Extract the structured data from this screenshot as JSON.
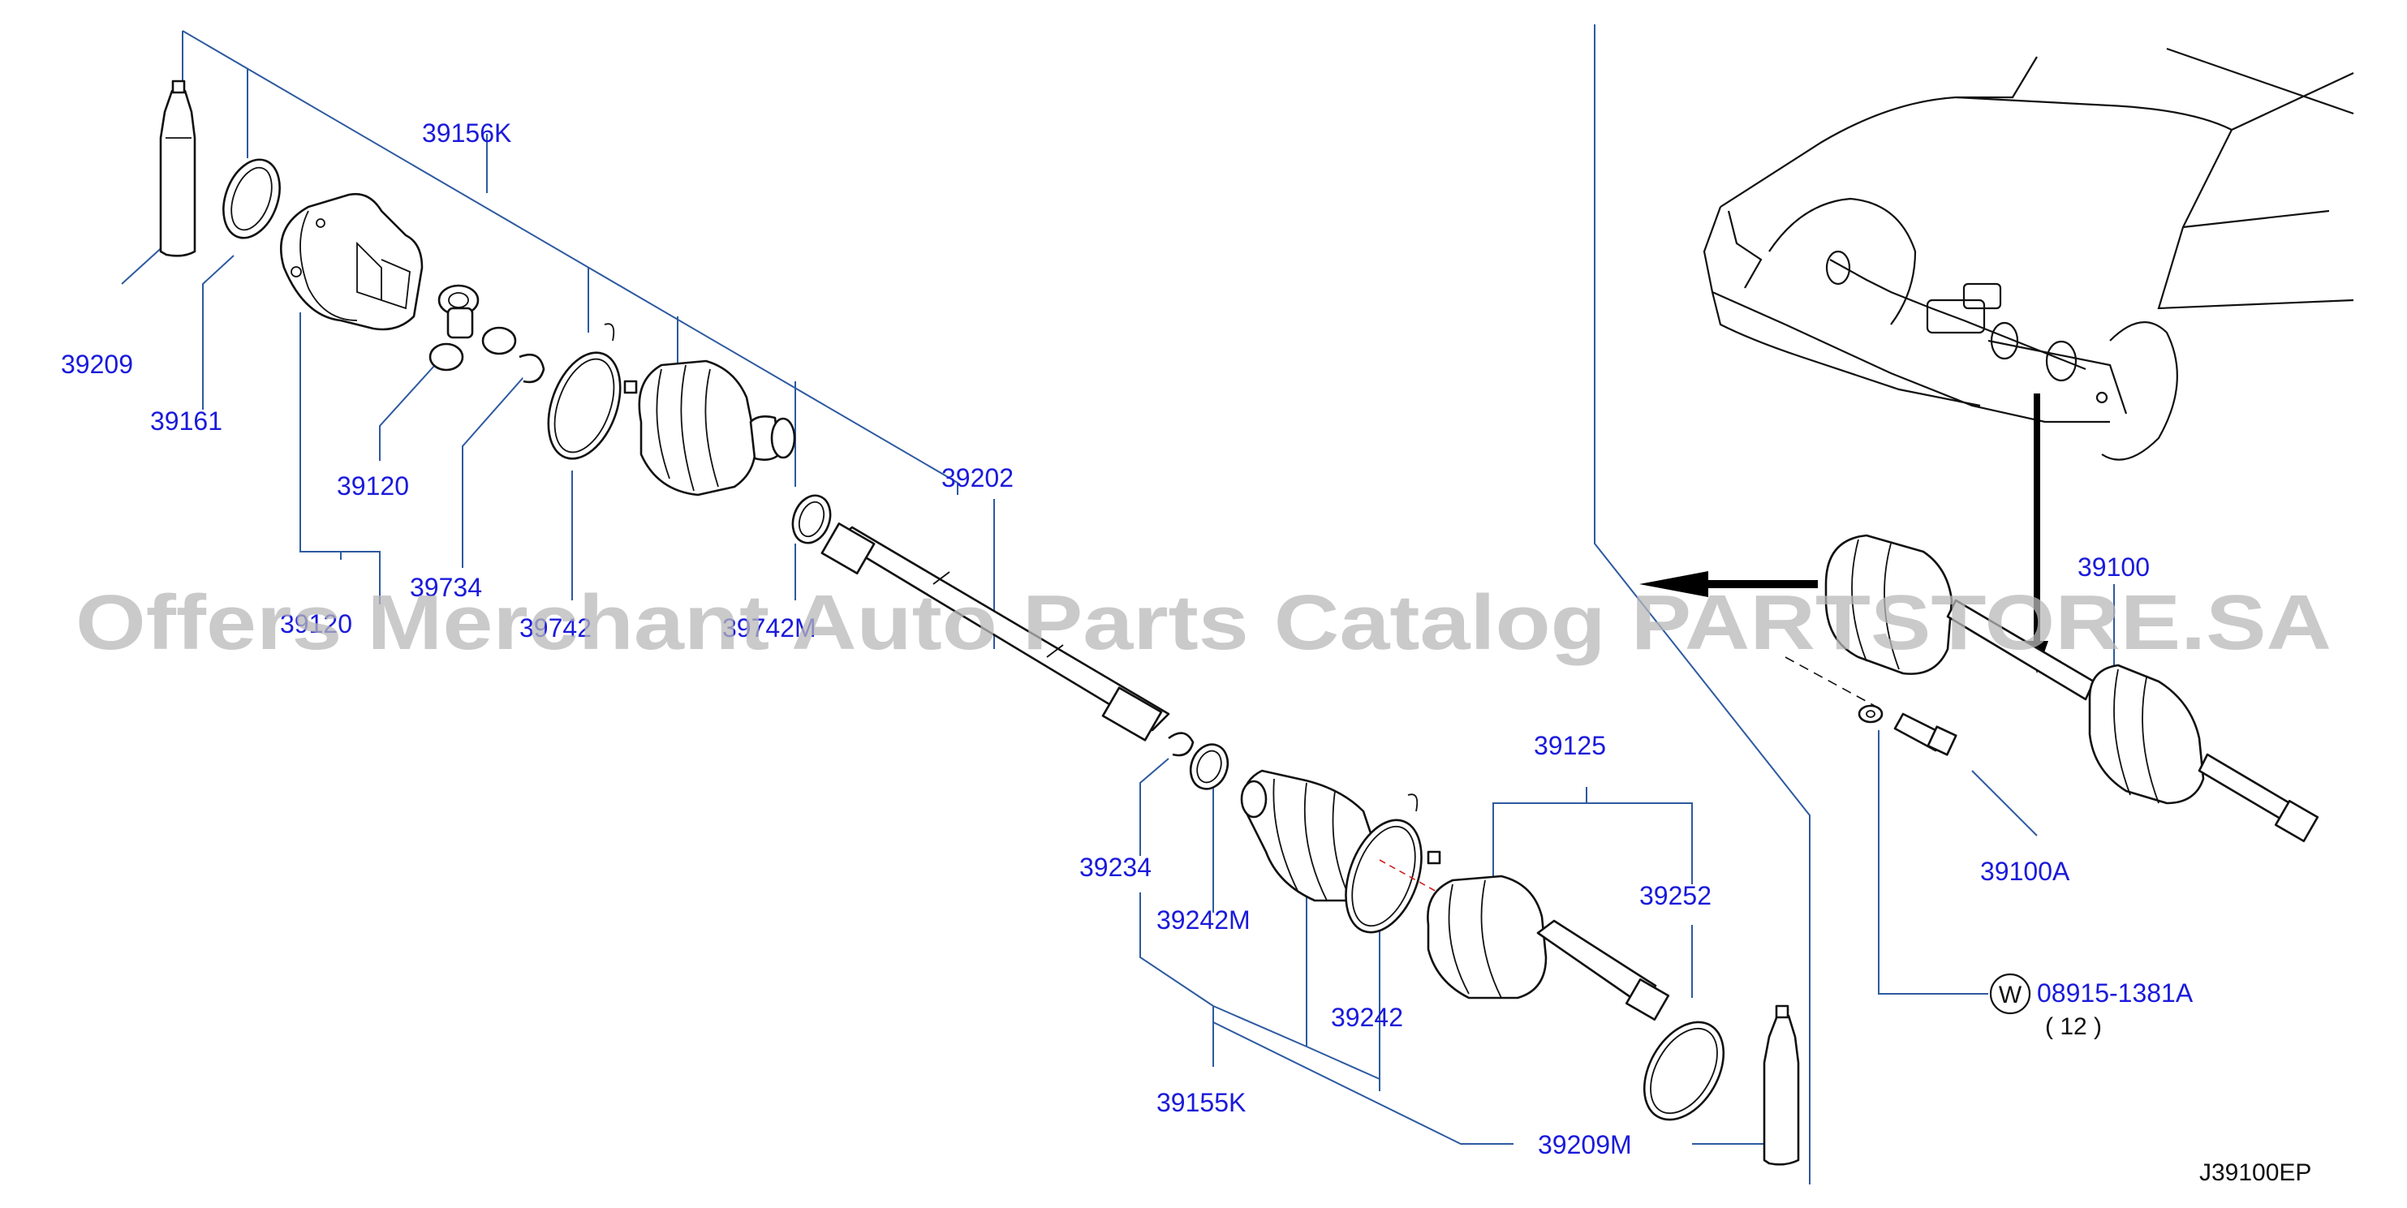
{
  "labels": {
    "p39209": "39209",
    "p39161": "39161",
    "p39156K": "39156K",
    "p39120": "39120",
    "p39734": "39734",
    "p39120b": "39120",
    "p39742": "39742",
    "p39742M": "39742M",
    "p39202": "39202",
    "p39234": "39234",
    "p39242M": "39242M",
    "p39125": "39125",
    "p39252": "39252",
    "p39242": "39242",
    "p39155K": "39155K",
    "p39209M": "39209M",
    "p39100": "39100",
    "p39100A": "39100A",
    "washer_symbol": "W",
    "washer_part": "08915-1381A",
    "washer_qty": "( 12 )"
  },
  "watermark": "Offers Merchant Auto Parts Catalog PARTSTORE.SA",
  "drawing_ref": "J39100EP",
  "colors": {
    "label": "#1a1adb",
    "leader": "#2d5aa0",
    "line": "#111111",
    "watermark": "#b8b8b8"
  }
}
